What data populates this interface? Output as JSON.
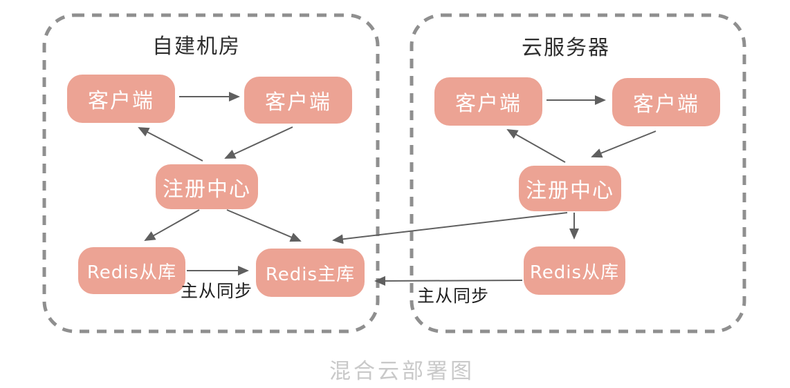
{
  "diagram": {
    "caption": "混合云部署图",
    "groups": {
      "left": {
        "title": "自建机房"
      },
      "right": {
        "title": "云服务器"
      }
    },
    "nodes": {
      "l_client_1": {
        "label": "客户端"
      },
      "l_client_2": {
        "label": "客户端"
      },
      "l_registry": {
        "label": "注册中心"
      },
      "l_redis_slave": {
        "label": "Redis从库"
      },
      "l_redis_master": {
        "label": "Redis主库"
      },
      "r_client_1": {
        "label": "客户端"
      },
      "r_client_2": {
        "label": "客户端"
      },
      "r_registry": {
        "label": "注册中心"
      },
      "r_redis_slave": {
        "label": "Redis从库"
      }
    },
    "edge_labels": {
      "left_sync": "主从同步",
      "right_sync": "主从同步"
    },
    "colors": {
      "node_fill": "#ECA394",
      "node_text": "#FFFFFF",
      "group_border": "#8F8F8F",
      "arrow": "#5F5F5F",
      "title_text": "#2E2E2E",
      "edge_label_text": "#1F1F1F",
      "caption_text": "#C9C9C9"
    }
  }
}
